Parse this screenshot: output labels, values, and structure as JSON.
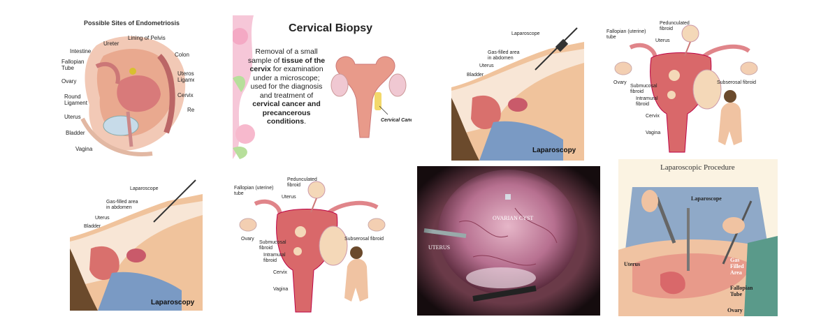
{
  "endometriosis": {
    "title": "Possible Sites of Endometriosis",
    "labels": {
      "lining": "Lining of Pelvis",
      "ureter": "Ureter",
      "intestine": "Intestine",
      "colon": "Colon",
      "fallopian": "Fallopian\nTube",
      "uterosacral": "Uterosacral\nLigament",
      "ovary": "Ovary",
      "cervix": "Cervix",
      "round": "Round\nLigament",
      "rectum": "Rectum",
      "uterus": "Uterus",
      "bladder": "Bladder",
      "vagina": "Vagina"
    }
  },
  "biopsy": {
    "title": "Cervical Biopsy",
    "text_1": "Removal of a small sample of ",
    "bold_1": "tissue of the cervix",
    "text_2": " for examination under a microscope; used for the diagnosis and treatment of ",
    "bold_2": "cervical cancer and precancerous conditions",
    "text_3": ".",
    "label": "Cervical Cancer"
  },
  "laparoscopy": {
    "caption": "Laparoscopy",
    "scope": "Laparoscope",
    "gas": "Gas-filled area\nin abdomen",
    "uterus": "Uterus",
    "bladder": "Bladder"
  },
  "fibroids": {
    "pedunculated": "Pedunculated\nfibroid",
    "fallopian": "Fallopian (uterine)\ntube",
    "uterus": "Uterus",
    "ovary": "Ovary",
    "submucosal": "Submucosal\nfibroid",
    "subserosal": "Subserosal fibroid",
    "intramural": "Intramural\nfibroid",
    "cervix": "Cervix",
    "vagina": "Vagina"
  },
  "cyst": {
    "cyst_label": "OVARIAN CYST",
    "uterus_label": "UTERUS"
  },
  "lap_procedure": {
    "title": "Laparoscopic Procedure",
    "scope": "Laparoscope",
    "gas": "Gas\nFilled\nArea",
    "uterus": "Uterus",
    "tube": "Fallopian\nTube",
    "ovary": "Ovary"
  },
  "colors": {
    "tissue": "#e8a08c",
    "uterus": "#d96a6a",
    "fibroid": "#f3d7b8",
    "shirt": "#8fa9c8",
    "cyst_bg": "#7a3d52"
  }
}
